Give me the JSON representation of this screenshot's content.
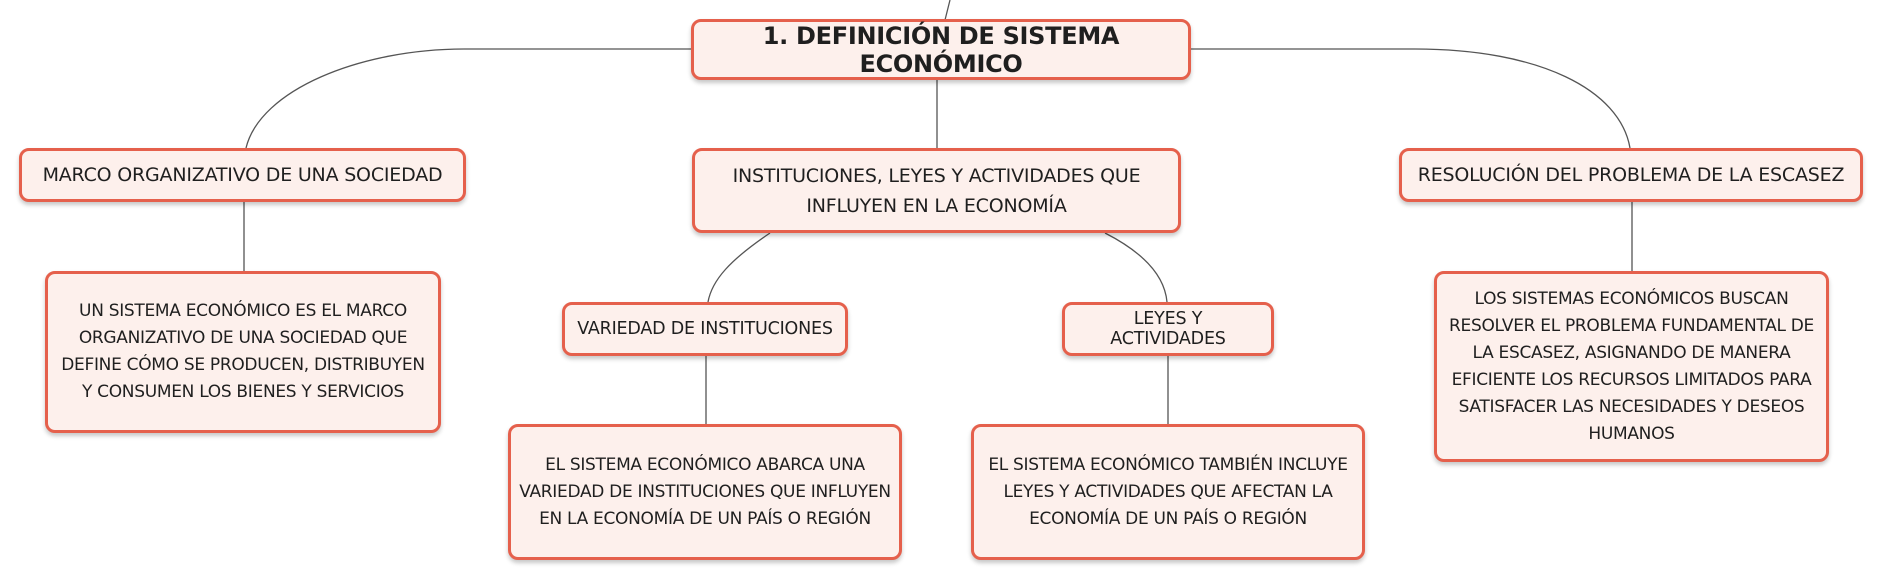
{
  "diagram": {
    "root": {
      "label": "1. DEFINICIÓN DE SISTEMA ECONÓMICO"
    },
    "branches": [
      {
        "label": "MARCO ORGANIZATIVO DE UNA SOCIEDAD",
        "detail": "UN SISTEMA ECONÓMICO ES EL MARCO ORGANIZATIVO DE UNA SOCIEDAD QUE DEFINE CÓMO SE PRODUCEN, DISTRIBUYEN Y CONSUMEN LOS BIENES Y SERVICIOS"
      },
      {
        "label": "INSTITUCIONES, LEYES Y ACTIVIDADES QUE INFLUYEN EN LA ECONOMÍA",
        "children": [
          {
            "label": "VARIEDAD DE INSTITUCIONES",
            "detail": "EL SISTEMA ECONÓMICO ABARCA UNA VARIEDAD DE INSTITUCIONES QUE INFLUYEN EN LA ECONOMÍA DE UN PAÍS O REGIÓN"
          },
          {
            "label": "LEYES Y ACTIVIDADES",
            "detail": "EL SISTEMA ECONÓMICO TAMBIÉN INCLUYE LEYES Y ACTIVIDADES QUE AFECTAN LA ECONOMÍA DE UN PAÍS O REGIÓN"
          }
        ]
      },
      {
        "label": "RESOLUCIÓN DEL PROBLEMA DE LA ESCASEZ",
        "detail": "LOS SISTEMAS ECONÓMICOS BUSCAN RESOLVER EL PROBLEMA FUNDAMENTAL DE LA ESCASEZ, ASIGNANDO DE MANERA EFICIENTE LOS RECURSOS LIMITADOS PARA SATISFACER LAS NECESIDADES Y DESEOS HUMANOS"
      }
    ],
    "colors": {
      "border": "#e5604c",
      "fill": "#fdf0ec",
      "line": "#555555"
    }
  }
}
